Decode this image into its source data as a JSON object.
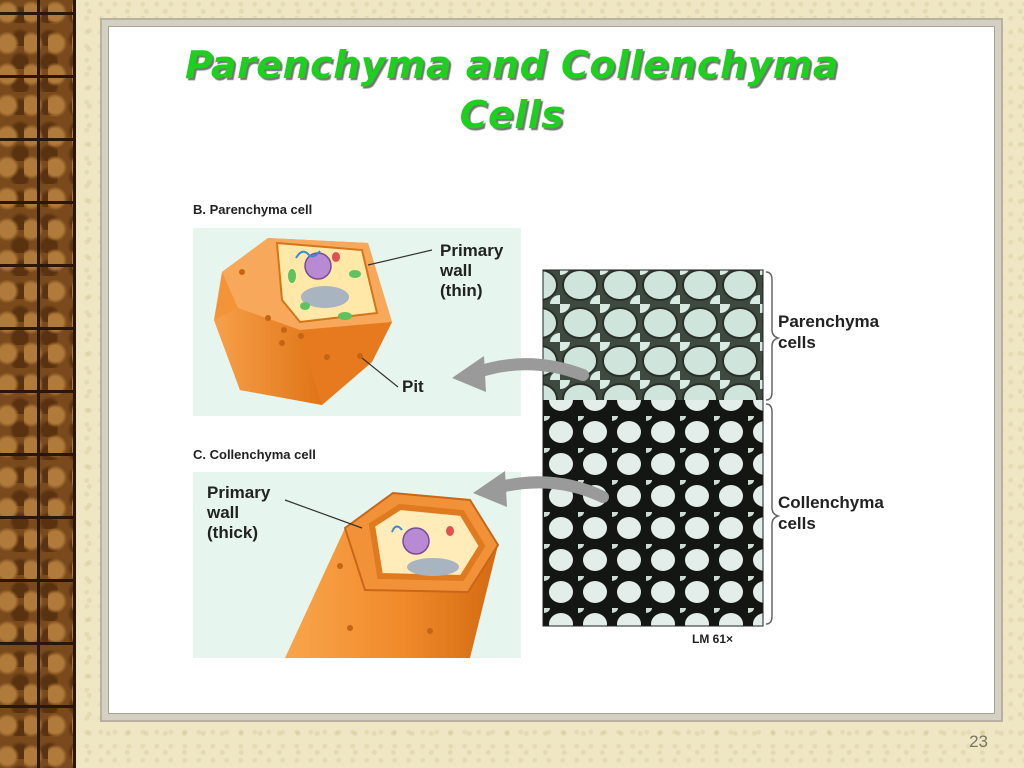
{
  "slide": {
    "title_line1": "Parenchyma and Collenchyma",
    "title_line2": "Cells",
    "page_number": "23"
  },
  "figure": {
    "panel_b_title": "B. Parenchyma cell",
    "panel_b_wall_label": [
      "Primary",
      "wall",
      "(thin)"
    ],
    "panel_b_pit_label": "Pit",
    "panel_c_title": "C. Collenchyma cell",
    "panel_c_wall_label": [
      "Primary",
      "wall",
      "(thick)"
    ],
    "micrograph_label_top": [
      "Parenchyma",
      "cells"
    ],
    "micrograph_label_bottom": [
      "Collenchyma",
      "cells"
    ],
    "magnification": "LM  61×"
  },
  "colors": {
    "title": "#1fcf1f",
    "panel_background": "#e6f6ee",
    "cell_orange": "#f08a2a",
    "arrow_gray": "#999999"
  }
}
